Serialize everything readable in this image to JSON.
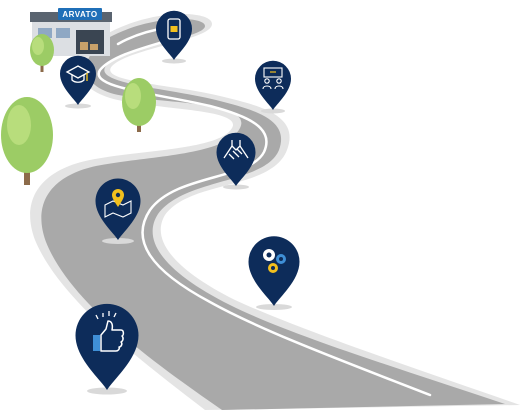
{
  "building": {
    "sign_text": "ARVATO"
  },
  "colors": {
    "road_surface": "#a9a9a9",
    "road_edge": "#e4e4e4",
    "road_lane": "#ffffff",
    "pin_fill": "#0d2c5a",
    "pin_shadow": "#d9d9d9",
    "icon_stroke": "#ffffff",
    "icon_accent": "#f2c01e",
    "icon_blue": "#3f8fd6",
    "tree_light": "#b8dd7c",
    "tree_mid": "#9ccc65",
    "tree_dark": "#86b84e",
    "trunk": "#8c6b4a",
    "building_wall": "#dcdfe3",
    "building_roof": "#5a6470",
    "sign_bg": "#1f6fb8",
    "sign_text": "#ffffff"
  },
  "pins": [
    {
      "name": "pin-phone-package",
      "icon": "smartphone-package-icon"
    },
    {
      "name": "pin-graduation",
      "icon": "graduation-cap-icon"
    },
    {
      "name": "pin-meeting",
      "icon": "people-meeting-icon"
    },
    {
      "name": "pin-handshake",
      "icon": "handshake-icon"
    },
    {
      "name": "pin-map-location",
      "icon": "map-location-icon"
    },
    {
      "name": "pin-gears",
      "icon": "gears-icon"
    },
    {
      "name": "pin-thumbs-up",
      "icon": "thumbs-up-icon"
    }
  ]
}
